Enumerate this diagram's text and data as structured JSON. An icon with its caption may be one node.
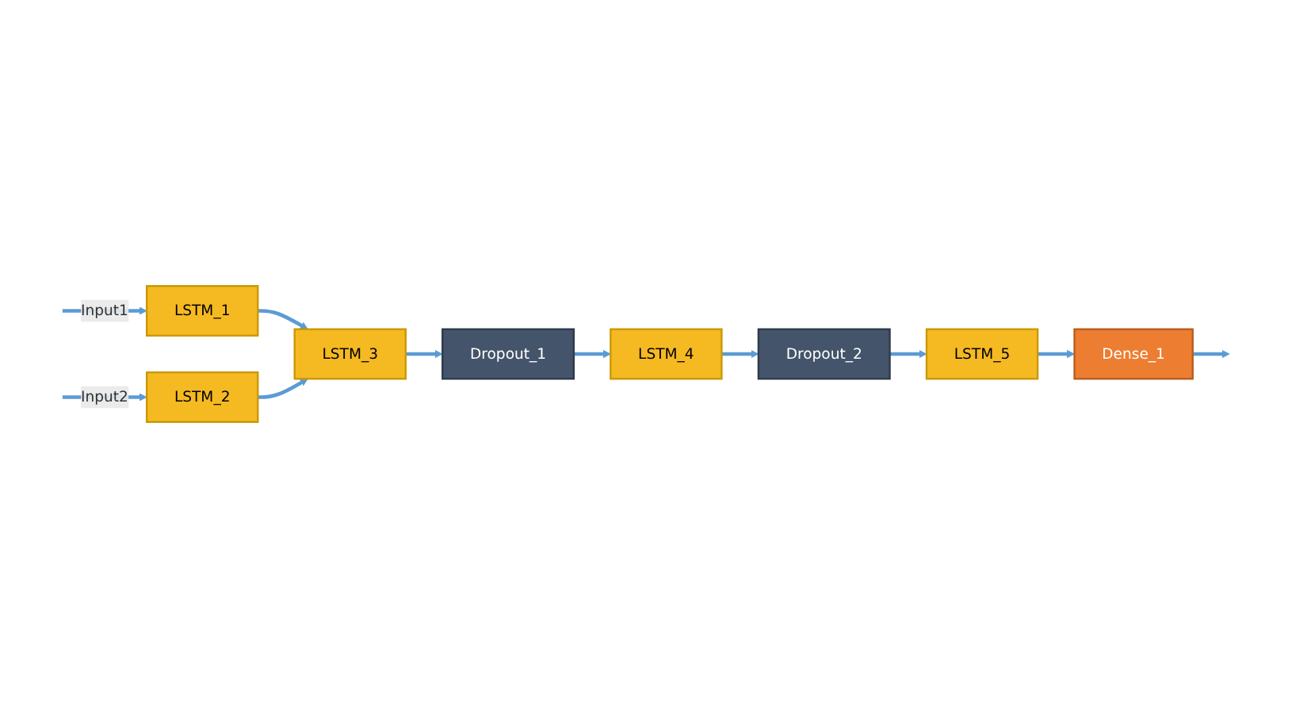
{
  "diagram": {
    "nodes": [
      {
        "text": [
          "LSTM_1"
        ]
      },
      {
        "text": [
          "LSTM_2"
        ]
      },
      {
        "text": [
          "LSTM_3"
        ]
      },
      {
        "text": [
          "Dropout_1"
        ]
      },
      {
        "text": [
          "LSTM_4"
        ]
      },
      {
        "text": [
          "Dropout_2"
        ]
      },
      {
        "text": [
          "LSTM_5"
        ]
      },
      {
        "text": [
          "Dense_1"
        ]
      }
    ],
    "edges": [
      {
        "from": null,
        "to": 0,
        "arrow": "to",
        "label": "Input1"
      },
      {
        "from": null,
        "to": 1,
        "arrow": "to",
        "label": "Input2"
      },
      {
        "from": 0,
        "to": 2,
        "arrow": "to"
      },
      {
        "from": 1,
        "to": 2,
        "arrow": "to"
      },
      {
        "from": 2,
        "to": 3,
        "arrow": "to"
      },
      {
        "from": 3,
        "to": 4,
        "arrow": "to"
      },
      {
        "from": 4,
        "to": 5,
        "arrow": "to"
      },
      {
        "from": 5,
        "to": 6,
        "arrow": "to"
      },
      {
        "from": 6,
        "to": 7,
        "arrow": "to"
      },
      {
        "from": 7,
        "to": null,
        "arrow": "to"
      }
    ]
  }
}
